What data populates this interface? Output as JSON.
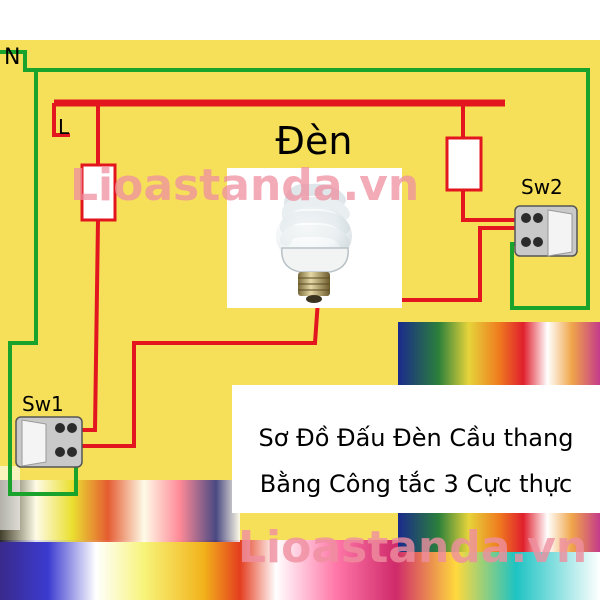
{
  "labels": {
    "neutral": "N",
    "live": "L",
    "lamp": "Đèn",
    "switch1": "Sw1",
    "switch2": "Sw2"
  },
  "caption": {
    "line1": "Sơ Đồ Đấu Đèn Cầu thang",
    "line2": "Bằng Công tắc 3 Cực thực"
  },
  "watermark": "Lioastanda.vn",
  "colors": {
    "background": "#f6e05a",
    "neutral_wire": "#1aa32c",
    "live_wire": "#e3161f",
    "text": "#000000",
    "watermark": "#ef8fa0"
  }
}
